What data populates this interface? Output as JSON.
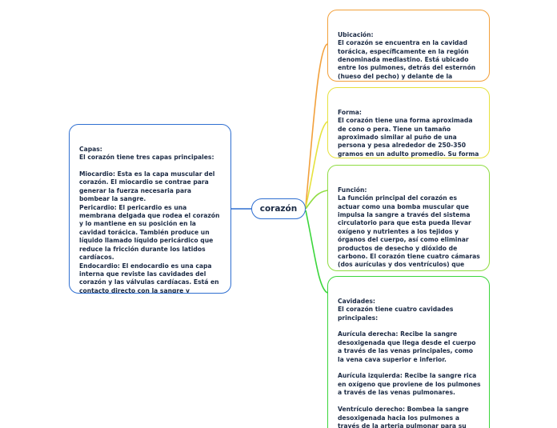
{
  "central": "corazón",
  "nodes": {
    "capas": "Capas:\nEl corazón tiene tres capas principales:\n\nMiocardio: Esta es la capa muscular del corazón. El miocardio se contrae para generar la fuerza necesaria para bombear la sangre.\nPericardio: El pericardio es una membrana delgada que rodea el corazón y lo mantiene en su posición en la cavidad torácica. También produce un líquido llamado líquido pericárdico que reduce la fricción durante los latidos cardíacos.\nEndocardio: El endocardio es una capa interna que reviste las cavidades del corazón y las válvulas cardíacas. Está en contacto directo con la sangre y contribuye a mantener un flujo sanguíneo suave.",
    "ubicacion": "Ubicación:\nEl corazón se encuentra en la cavidad torácica, específicamente en la región denominada mediastino. Está ubicado entre los pulmones, detrás del esternón (hueso del pecho) y delante de la columna vertebral.",
    "forma": "Forma:\nEl corazón tiene una forma aproximada de cono o pera. Tiene un tamaño aproximado similar al puño de una persona y pesa alrededor de 250-350 gramos en un adulto promedio. Su forma y tamaño pueden variar ligeramente de persona a persona.",
    "funcion": "Función:\nLa función principal del corazón es actuar como una bomba muscular que impulsa la sangre a través del sistema circulatorio para que esta pueda llevar oxígeno y nutrientes a los tejidos y órganos del cuerpo, así como eliminar productos de desecho y dióxido de carbono. El corazón tiene cuatro cámaras (dos aurículas y dos ventrículos) que trabajan en conjunto para lograr esta función",
    "cavidades": "Cavidades:\nEl corazón tiene cuatro cavidades principales:\n\nAurícula derecha: Recibe la sangre desoxigenada que llega desde el cuerpo a través de las venas principales, como la vena cava superior e inferior.\n\nAurícula izquierda: Recibe la sangre rica en oxígeno que proviene de los pulmones a través de las venas pulmonares.\n\nVentrículo derecho: Bombea la sangre desoxigenada hacia los pulmones a través de la arteria pulmonar para su oxigenación."
  },
  "colors": {
    "capas": "#2f6fd1",
    "ubicacion": "#f2a03b",
    "forma": "#e6e23d",
    "funcion": "#8fdc41",
    "cavidades": "#3bd63b",
    "center": "#2f6fd1"
  }
}
